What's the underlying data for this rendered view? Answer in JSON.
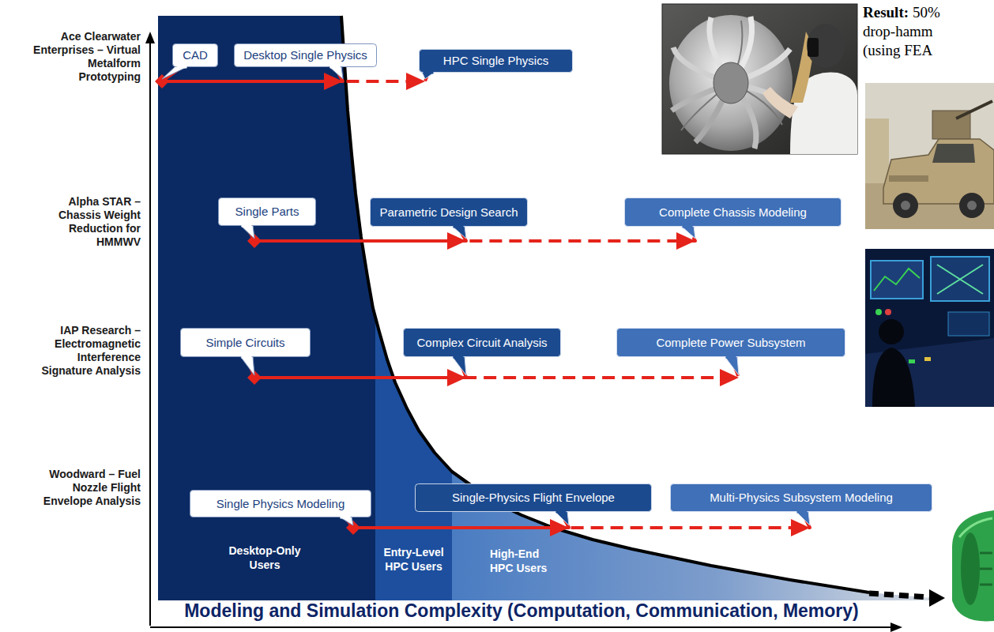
{
  "diagram": {
    "nodes": [
      {
        "text": [
          "CAD"
        ]
      },
      {
        "text": [
          "Desktop Single Physics"
        ]
      },
      {
        "text": [
          "HPC Single Physics"
        ]
      },
      {
        "text": [
          "Single Parts"
        ]
      },
      {
        "text": [
          "Parametric Design Search"
        ]
      },
      {
        "text": [
          "Complete Chassis Modeling"
        ]
      },
      {
        "text": [
          "Simple Circuits"
        ]
      },
      {
        "text": [
          "Complex Circuit Analysis"
        ]
      },
      {
        "text": [
          "Complete Power Subsystem"
        ]
      },
      {
        "text": [
          "Single Physics Modeling"
        ]
      },
      {
        "text": [
          "Single-Physics Flight Envelope"
        ]
      },
      {
        "text": [
          "Multi-Physics Subsystem Modeling"
        ]
      },
      {
        "text": [
          "Desktop-Only Users"
        ]
      },
      {
        "text": [
          "Entry-Level HPC Users"
        ]
      },
      {
        "text": [
          "High-End HPC Users"
        ]
      }
    ],
    "edges": [
      {
        "from": 0,
        "to": 1,
        "arrow": "to"
      },
      {
        "from": 1,
        "to": 2,
        "arrow": "to"
      },
      {
        "from": 3,
        "to": 4,
        "arrow": "to"
      },
      {
        "from": 4,
        "to": 5,
        "arrow": "to"
      },
      {
        "from": 6,
        "to": 7,
        "arrow": "to"
      },
      {
        "from": 7,
        "to": 8,
        "arrow": "to"
      },
      {
        "from": 9,
        "to": 10,
        "arrow": "to"
      },
      {
        "from": 10,
        "to": 11,
        "arrow": "to"
      }
    ],
    "labels": [
      "Ace Clearwater Enterprises – Virtual Metalform Prototyping",
      "Alpha STAR – Chassis Weight Reduction for HMMWV",
      "IAP Research – Electromagnetic Interference Signature Analysis",
      "Woodward – Fuel Nozzle Flight Envelope Analysis",
      "Modeling and Simulation Complexity (Computation, Communication, Memory)",
      "Result:",
      "50%",
      "drop-hamm",
      "(using FEA"
    ]
  }
}
